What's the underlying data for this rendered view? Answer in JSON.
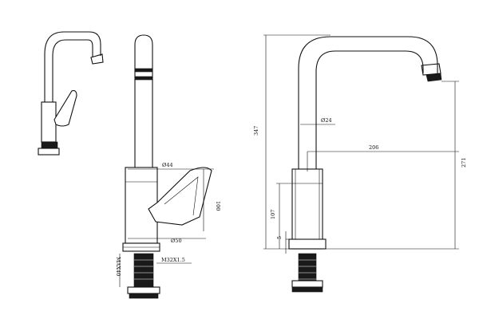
{
  "dimensions": {
    "side_body_diameter": "Ø44",
    "side_body_height": "100",
    "side_base_diameter": "Ø50",
    "side_thread": "M32X1.5",
    "side_max_depth": "MAX40",
    "front_spout_diameter": "Ø24",
    "front_overall_height": "347",
    "front_reach": "206",
    "front_spout_clearance": "271",
    "front_body_height": "107",
    "front_base_height": "5"
  }
}
